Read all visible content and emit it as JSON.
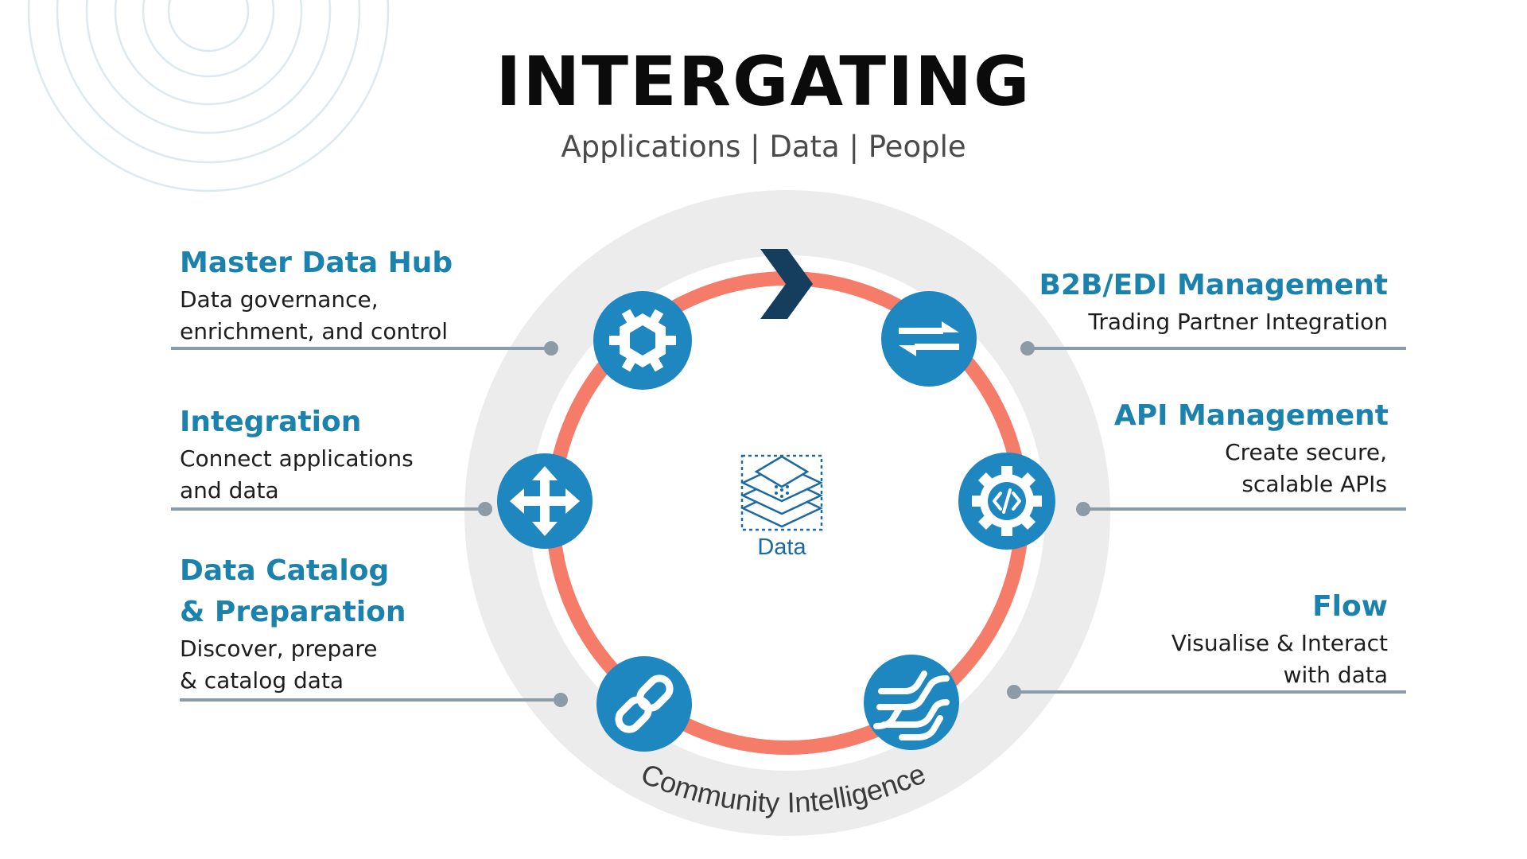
{
  "header": {
    "title": "INTERGATING",
    "subtitle": "Applications | Data | People"
  },
  "left_items": [
    {
      "title": "Master Data Hub",
      "desc_lines": [
        "Data  governance,",
        "enrichment, and control"
      ],
      "icon": "hexagon-gear-icon"
    },
    {
      "title": "Integration",
      "desc_lines": [
        "Connect applications",
        "and data"
      ],
      "icon": "four-way-arrows-icon"
    },
    {
      "title_lines": [
        "Data Catalog",
        "& Preparation"
      ],
      "desc_lines": [
        "Discover, prepare",
        "& catalog data"
      ],
      "icon": "chain-link-icon"
    }
  ],
  "right_items": [
    {
      "title": "B2B/EDI Management",
      "desc_lines": [
        "Trading Partner Integration"
      ],
      "icon": "exchange-arrows-icon"
    },
    {
      "title": "API Management",
      "desc_lines": [
        "Create secure,",
        "scalable APIs"
      ],
      "icon": "code-gear-icon"
    },
    {
      "title": "Flow",
      "desc_lines": [
        "Visualise & Interact",
        "with data"
      ],
      "icon": "flow-waves-icon"
    }
  ],
  "center": {
    "label": "Data",
    "icon": "stacked-layers-icon"
  },
  "outer_ring_label": "Community Intelligence",
  "colors": {
    "accent_blue": "#1a82ad",
    "icon_blue": "#1f87c0",
    "ring_coral": "#f47c68",
    "outer_ring_gray": "#ececec",
    "chevron_navy": "#143d5e",
    "connector_gray": "#8c9ba6",
    "decor_circles": "#dde8ef"
  }
}
